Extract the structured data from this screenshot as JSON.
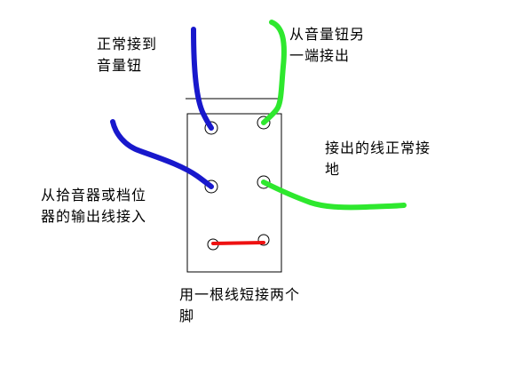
{
  "colors": {
    "blue_wire": "#1818cc",
    "green_wire": "#2ee82e",
    "red_jumper": "#ee1111",
    "outline": "#000000"
  },
  "labels": {
    "top_left": {
      "lines": [
        "正常接到",
        "音量钮"
      ]
    },
    "top_right": {
      "lines": [
        "从音量钮另",
        "一端接出"
      ]
    },
    "right": {
      "lines": [
        "接出的线正常接",
        "地"
      ]
    },
    "left": {
      "lines": [
        "从拾音器或档位",
        "器的输出线接入"
      ]
    },
    "bottom": {
      "lines": [
        "用一根线短接两个",
        "脚"
      ]
    }
  }
}
